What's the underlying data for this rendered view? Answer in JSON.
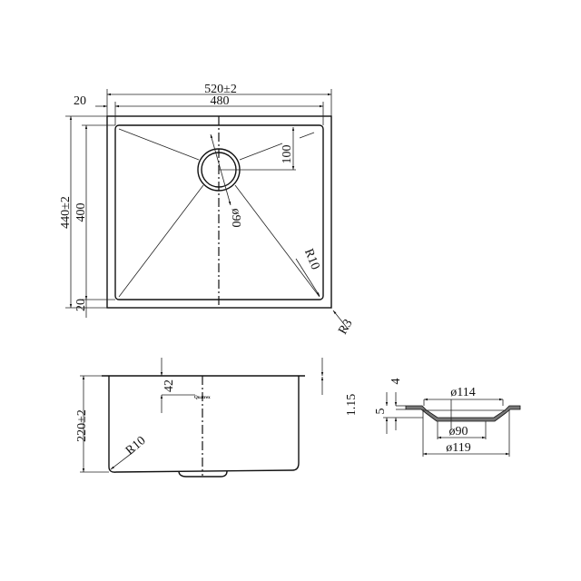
{
  "top_view": {
    "overall_width": "520±2",
    "inner_width": "480",
    "flange_top": "20",
    "overall_depth": "440±2",
    "inner_depth": "400",
    "flange_bottom": "20",
    "drain_offset": "100",
    "drain_diameter": "ø90",
    "corner_radius": "R10",
    "outer_radius": "R3"
  },
  "side_view": {
    "height": "220±2",
    "drain_depth": "42",
    "thickness": "1.15",
    "corner_radius": "R10",
    "logo_text": "Quatrex"
  },
  "drain_detail": {
    "d_top": "ø114",
    "d_bottom": "ø90",
    "d_outer": "ø119",
    "h_flange": "4",
    "h_total": "5"
  },
  "colors": {
    "line": "#111111",
    "background": "#ffffff"
  }
}
